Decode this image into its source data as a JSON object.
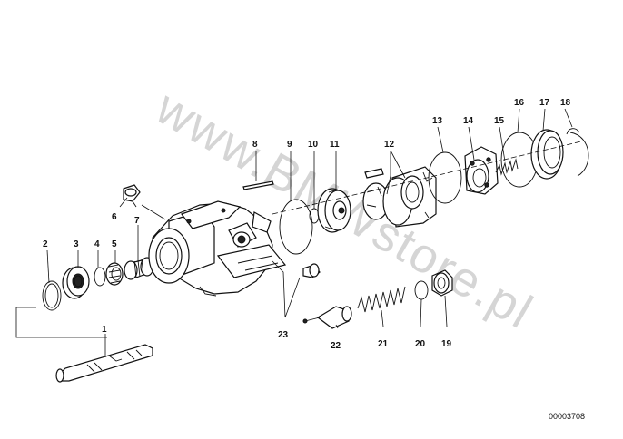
{
  "diagram": {
    "callouts": {
      "p1": "1",
      "p2": "2",
      "p3": "3",
      "p4": "4",
      "p5": "5",
      "p6": "6",
      "p7": "7",
      "p8": "8",
      "p9": "9",
      "p10": "10",
      "p11": "11",
      "p12": "12",
      "p13": "13",
      "p14": "14",
      "p15": "15",
      "p16": "16",
      "p17": "17",
      "p18": "18",
      "p19": "19",
      "p20": "20",
      "p21": "21",
      "p22": "22",
      "p23": "23"
    },
    "diagram_code": "00003708",
    "watermark": "www.BMWstore.pl"
  }
}
